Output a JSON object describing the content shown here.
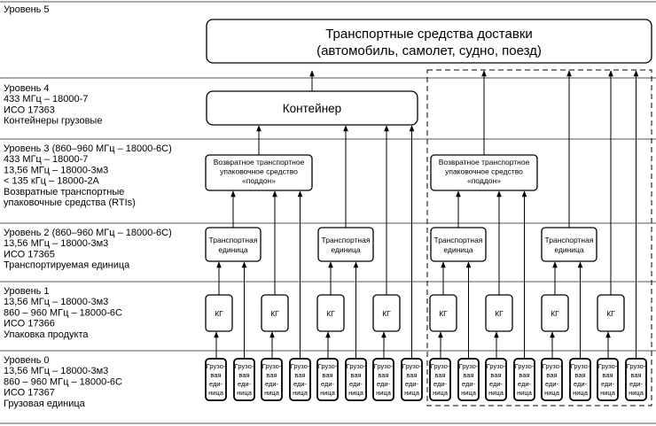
{
  "levels": [
    {
      "id": "5",
      "lines": [
        "Уровень 5"
      ]
    },
    {
      "id": "4",
      "lines": [
        "Уровень 4",
        "433 МГц – 18000-7",
        "ИСО 17363",
        "Контейнеры грузовые"
      ]
    },
    {
      "id": "3",
      "lines": [
        "Уровень 3 (860–960 МГц – 18000-6C)",
        "433 МГц – 18000-7",
        "13,56 МГц – 18000-3м3",
        "< 135 кГц – 18000-2A",
        "Возвратные транспортные",
        "упаковочные средства (RTIs)"
      ]
    },
    {
      "id": "2",
      "lines": [
        "Уровень 2 (860–960 МГц – 18000-6C)",
        "13,56 МГц – 18000-3м3",
        "ИСО 17365",
        "Транспортируемая единица"
      ]
    },
    {
      "id": "1",
      "lines": [
        "Уровень 1",
        "13,56 МГц – 18000-3м3",
        "860 – 960 МГц – 18000-6C",
        "ИСО 17366",
        "Упаковка продукта"
      ]
    },
    {
      "id": "0",
      "lines": [
        "Уровень 0",
        "13,56 МГц – 18000-3м3",
        "860 – 960 МГц – 18000-6C",
        "ИСО 17367",
        "Грузовая единица"
      ]
    }
  ],
  "transport_box": {
    "lines": [
      "Транспортные средства доставки",
      "(автомобиль, самолет, судно, поезд)"
    ]
  },
  "container_box": {
    "label": "Контейнер"
  },
  "rti_box": {
    "lines": [
      "Возвратное транспортное",
      "упаковочное средство",
      "«поддон»"
    ]
  },
  "transport_unit_box": {
    "lines": [
      "Транспортная",
      "единица"
    ]
  },
  "package_box": {
    "label": "КГ"
  },
  "cargo_unit_box": {
    "lines": [
      "Грузо-",
      "вая",
      "еди-",
      "ница"
    ]
  }
}
